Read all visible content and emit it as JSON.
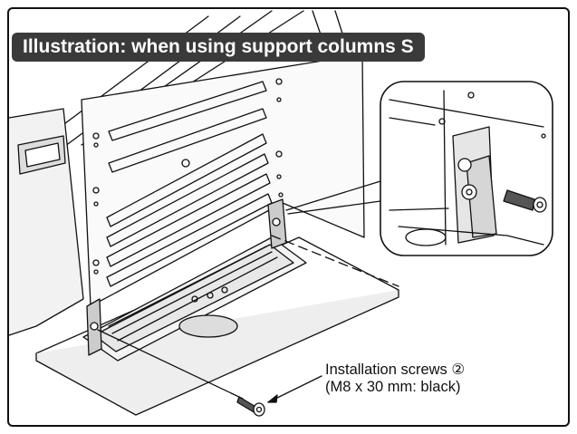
{
  "title": "Illustration: when using support columns S",
  "callout": {
    "line1": "Installation screws ②",
    "line2": "(M8 x 30 mm: black)"
  }
}
